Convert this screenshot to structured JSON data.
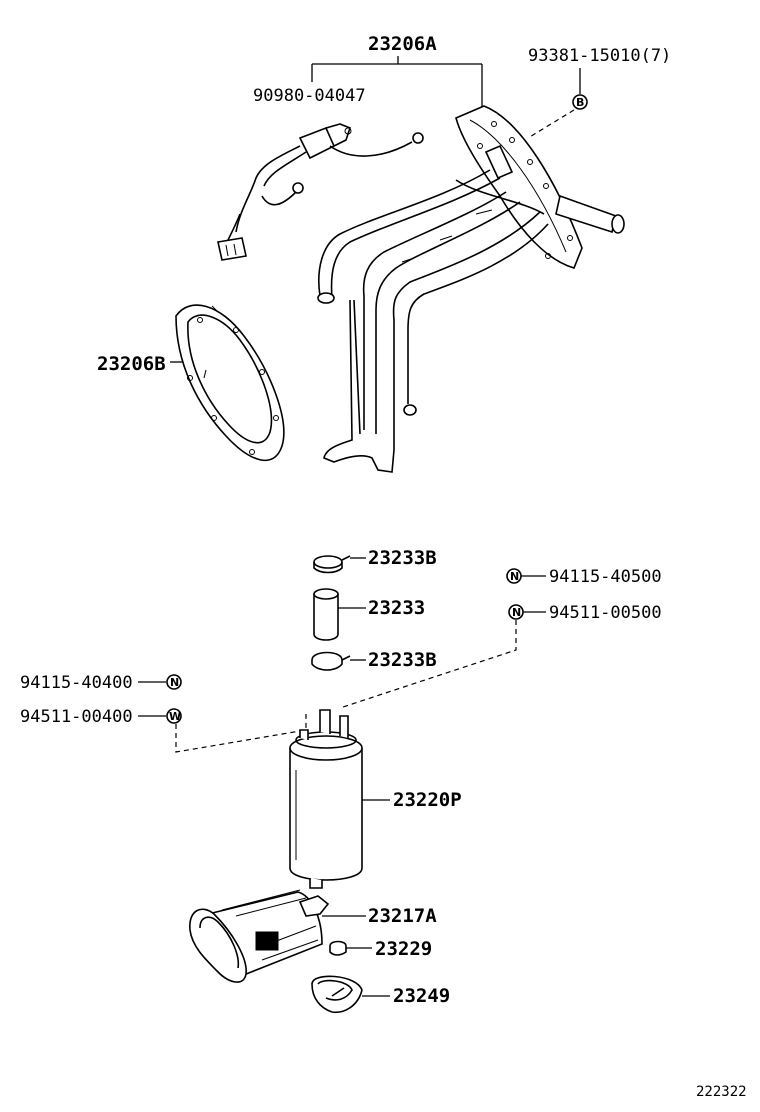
{
  "diagram": {
    "footer_code": "222322",
    "parts": [
      {
        "id": "23206A",
        "label": "23206A"
      },
      {
        "id": "90980-04047",
        "label": "90980-04047"
      },
      {
        "id": "93381-15010",
        "label": "93381-15010(7)",
        "symbol": "B"
      },
      {
        "id": "23206B",
        "label": "23206B"
      },
      {
        "id": "23233B-top",
        "label": "23233B"
      },
      {
        "id": "23233",
        "label": "23233"
      },
      {
        "id": "23233B-bottom",
        "label": "23233B"
      },
      {
        "id": "94115-40500",
        "label": "94115-40500",
        "symbol": "N"
      },
      {
        "id": "94511-00500",
        "label": "94511-00500",
        "symbol": "N"
      },
      {
        "id": "94115-40400",
        "label": "94115-40400",
        "symbol": "N"
      },
      {
        "id": "94511-00400",
        "label": "94511-00400",
        "symbol": "W"
      },
      {
        "id": "23220P",
        "label": "23220P"
      },
      {
        "id": "23217A",
        "label": "23217A"
      },
      {
        "id": "23229",
        "label": "23229"
      },
      {
        "id": "23249",
        "label": "23249"
      }
    ]
  }
}
